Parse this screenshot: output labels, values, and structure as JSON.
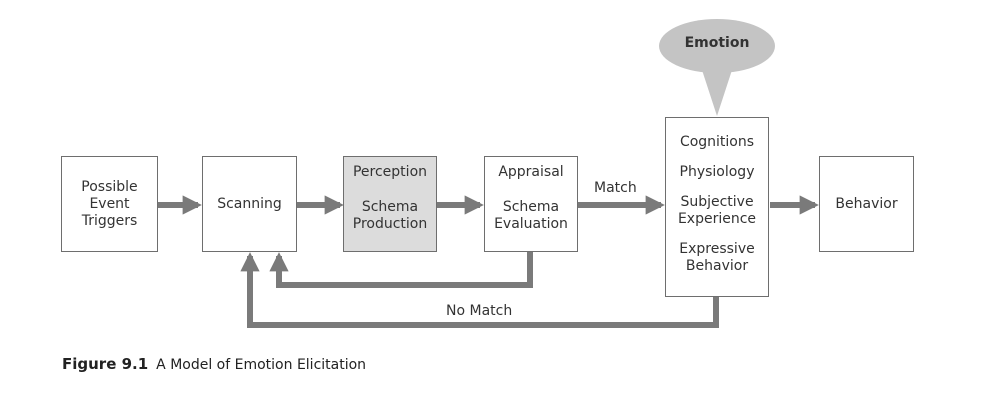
{
  "emotion_label": "Emotion",
  "boxes": {
    "triggers": [
      "Possible",
      "Event",
      "Triggers"
    ],
    "scanning": [
      "Scanning"
    ],
    "perception": {
      "top": "Perception",
      "bottom": [
        "Schema",
        "Production"
      ]
    },
    "appraisal": {
      "top": "Appraisal",
      "bottom": [
        "Schema",
        "Evaluation"
      ]
    },
    "response": {
      "lines": [
        "Cognitions",
        "Physiology",
        "Subjective",
        "Experience",
        "Expressive",
        "Behavior"
      ]
    },
    "behavior": [
      "Behavior"
    ]
  },
  "edges": {
    "match": "Match",
    "no_match": "No Match"
  },
  "caption": {
    "figure": "Figure 9.1",
    "title": "A Model of Emotion Elicitation"
  },
  "colors": {
    "arrow": "#7a7a7a",
    "shaded_box": "#dcdcdc",
    "bubble": "#c4c4c4",
    "border": "#6e6e6e"
  }
}
